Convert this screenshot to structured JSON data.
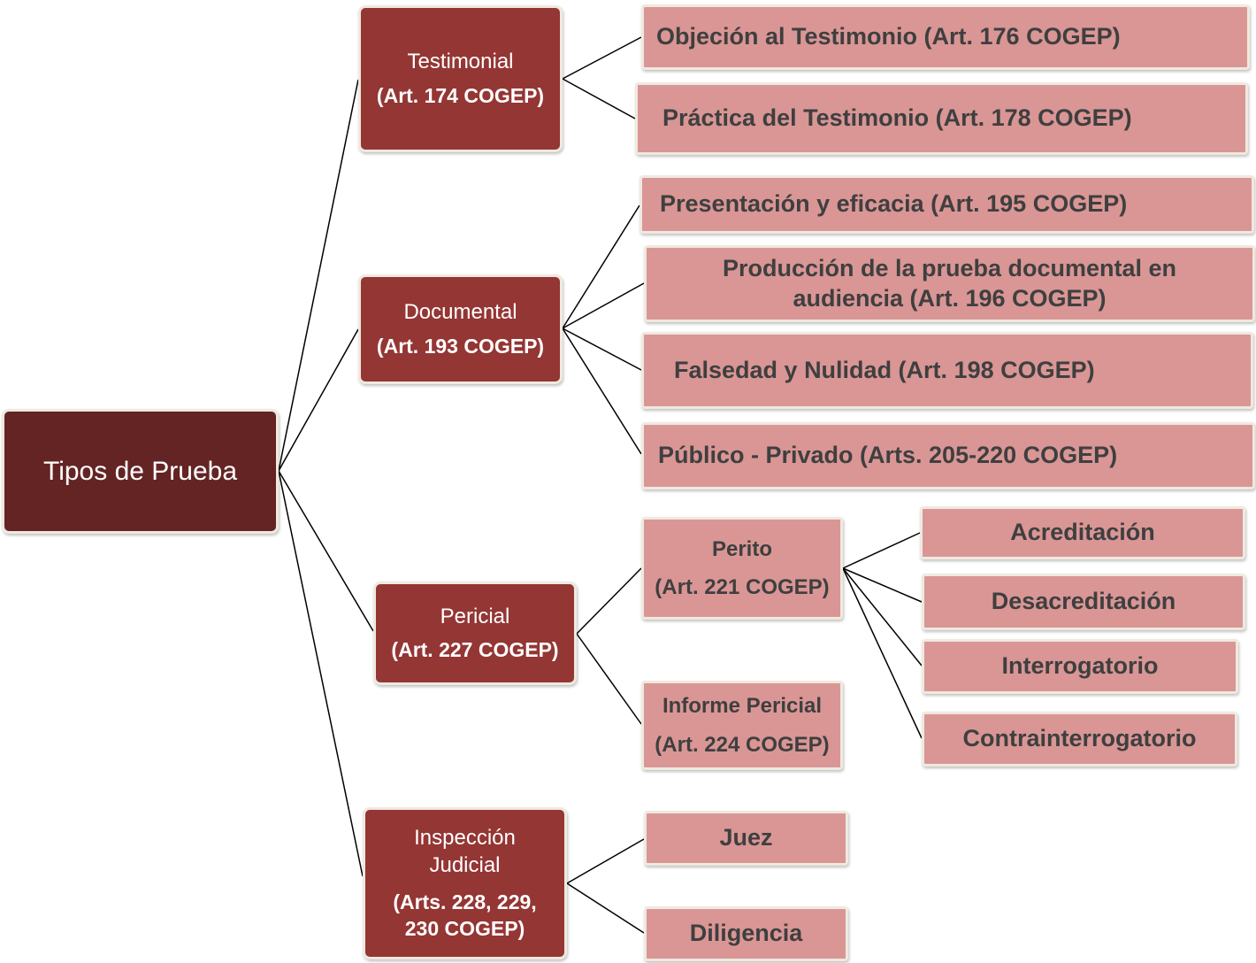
{
  "root": {
    "label": "Tipos de Prueba"
  },
  "testimonial": {
    "title": "Testimonial",
    "article": "(Art. 174 COGEP)",
    "children": [
      "Objeción al Testimonio (Art. 176 COGEP)",
      "Práctica del Testimonio (Art. 178 COGEP)"
    ]
  },
  "documental": {
    "title": "Documental",
    "article": "(Art. 193 COGEP)",
    "children": [
      "Presentación y eficacia (Art. 195 COGEP)",
      "Producción de la prueba documental en audiencia (Art. 196 COGEP)",
      "Falsedad y Nulidad (Art. 198 COGEP)",
      "Público - Privado (Arts. 205-220 COGEP)"
    ]
  },
  "pericial": {
    "title": "Pericial",
    "article": "(Art. 227 COGEP)",
    "perito": {
      "title": "Perito",
      "article": "(Art. 221 COGEP)",
      "children": [
        "Acreditación",
        "Desacreditación",
        "Interrogatorio",
        "Contrainterrogatorio"
      ]
    },
    "informe": {
      "title": "Informe Pericial",
      "article": "(Art. 224 COGEP)"
    }
  },
  "inspeccion": {
    "title": "Inspección Judicial",
    "article": "(Arts. 228, 229, 230 COGEP)",
    "children": [
      "Juez",
      "Diligencia"
    ]
  },
  "colors": {
    "root": "#642424",
    "level1": "#943634",
    "leaf": "#d99695",
    "leaf_text": "#3f3f3f",
    "border": "#efe9df",
    "line": "#000000"
  }
}
